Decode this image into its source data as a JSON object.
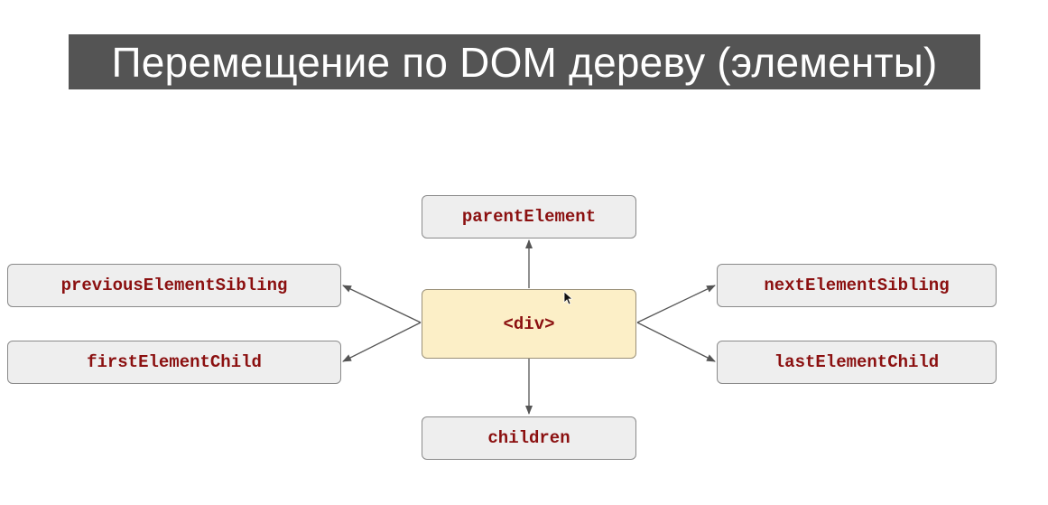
{
  "title": "Перемещение по DOM дереву (элементы)",
  "diagram": {
    "center": "<div>",
    "parent": "parentElement",
    "children": "children",
    "previous_sibling": "previousElementSibling",
    "first_child": "firstElementChild",
    "next_sibling": "nextElementSibling",
    "last_child": "lastElementChild"
  },
  "colors": {
    "title_bg": "#545454",
    "title_text": "#ffffff",
    "node_bg": "#eeeeee",
    "center_bg": "#fcefc7",
    "label_text": "#8b1010",
    "arrow": "#555555"
  },
  "icons": {
    "cursor": "mouse-pointer-icon"
  }
}
